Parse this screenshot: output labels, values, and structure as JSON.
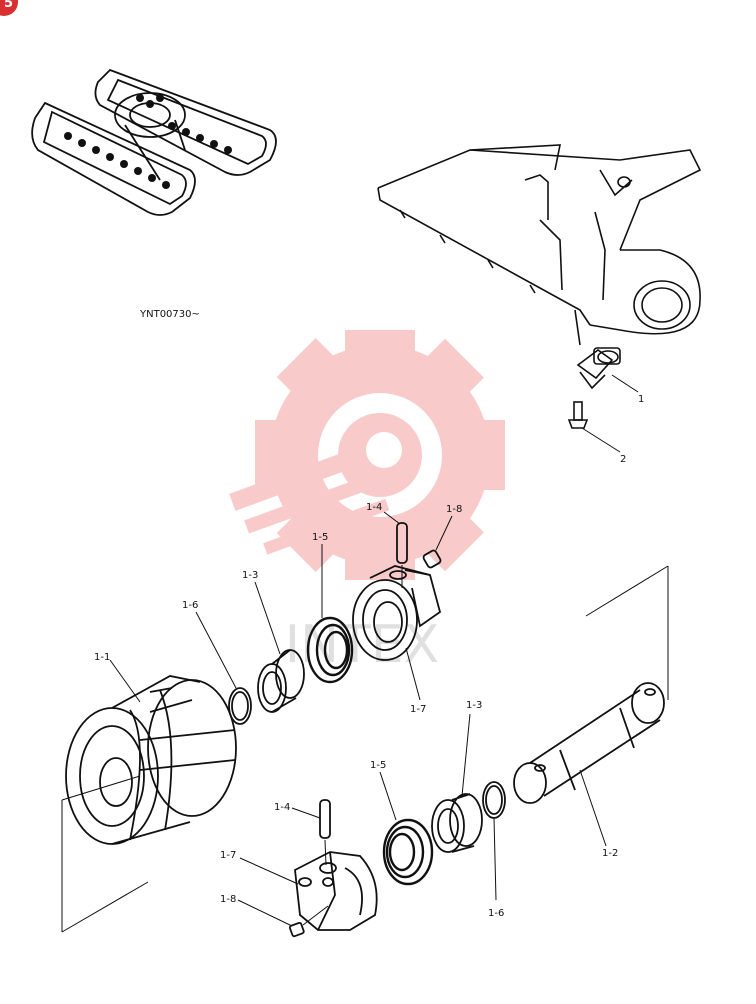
{
  "page": {
    "badge_number": "5",
    "serial_note": "YNT00730~",
    "watermark_text": "INTEX",
    "colors": {
      "ink": "#111111",
      "watermark": "#f4a0a0",
      "badge": "#d83030"
    }
  },
  "callouts": {
    "part_1": "1",
    "part_2": "2",
    "part_1_1": "1-1",
    "part_1_2": "1-2",
    "part_1_3_upper": "1-3",
    "part_1_3_lower": "1-3",
    "part_1_4_upper": "1-4",
    "part_1_4_lower": "1-4",
    "part_1_5_upper": "1-5",
    "part_1_5_lower": "1-5",
    "part_1_6_upper": "1-6",
    "part_1_6_lower": "1-6",
    "part_1_7_upper": "1-7",
    "part_1_7_lower": "1-7",
    "part_1_8_upper": "1-8",
    "part_1_8_lower": "1-8"
  }
}
